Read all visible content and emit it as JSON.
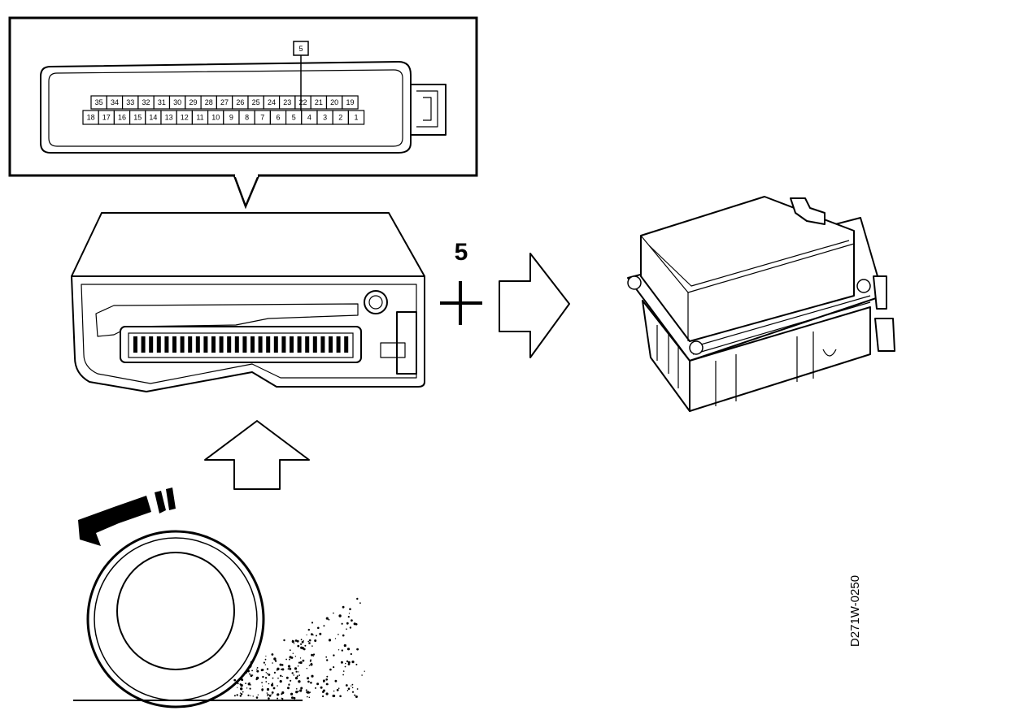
{
  "connector": {
    "top_row": [
      "35",
      "34",
      "33",
      "32",
      "31",
      "30",
      "29",
      "28",
      "27",
      "26",
      "25",
      "24",
      "23",
      "22",
      "21",
      "20",
      "19"
    ],
    "bottom_row": [
      "18",
      "17",
      "16",
      "15",
      "14",
      "13",
      "12",
      "11",
      "10",
      "9",
      "8",
      "7",
      "6",
      "5",
      "4",
      "3",
      "2",
      "1"
    ],
    "callout_pin": "5"
  },
  "step_number": "5",
  "reference_code": "D271W-0250",
  "icons": {
    "arrow_up": "hollow-arrow-up-icon",
    "arrow_right": "hollow-arrow-right-icon",
    "plus": "plus-icon",
    "wheel": "rotating-wheel-icon"
  }
}
